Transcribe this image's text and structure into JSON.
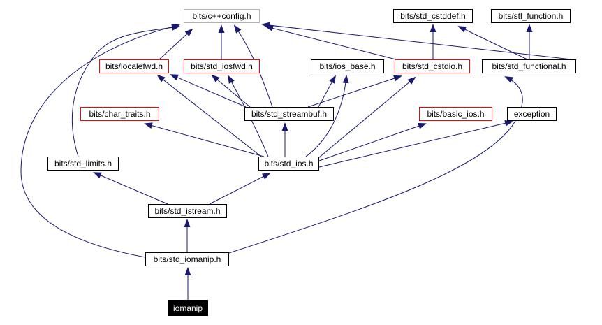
{
  "diagram": {
    "title": "iomanip include dependency graph",
    "type": "include-dependency-graph",
    "colors": {
      "background": "#ffffff",
      "edge": "#191970",
      "normal_border": "#000000",
      "truncated_border": "#ff0000",
      "grand_parent_border": "#b3b3b3",
      "root_fill": "#000000",
      "root_text": "#ffffff"
    },
    "nodes": {
      "cconfig": {
        "label": "bits/c++config.h",
        "style": "gray-border"
      },
      "cstddef": {
        "label": "bits/std_cstddef.h",
        "style": "normal"
      },
      "stl_function": {
        "label": "bits/stl_function.h",
        "style": "normal"
      },
      "localefwd": {
        "label": "bits/localefwd.h",
        "style": "red-border"
      },
      "iosfwd": {
        "label": "bits/std_iosfwd.h",
        "style": "red-border"
      },
      "ios_base": {
        "label": "bits/ios_base.h",
        "style": "normal"
      },
      "cstdio": {
        "label": "bits/std_cstdio.h",
        "style": "red-border"
      },
      "functional": {
        "label": "bits/std_functional.h",
        "style": "normal"
      },
      "char_traits": {
        "label": "bits/char_traits.h",
        "style": "red-border"
      },
      "streambuf": {
        "label": "bits/std_streambuf.h",
        "style": "normal"
      },
      "basic_ios": {
        "label": "bits/basic_ios.h",
        "style": "red-border"
      },
      "exception": {
        "label": "exception",
        "style": "normal"
      },
      "limits": {
        "label": "bits/std_limits.h",
        "style": "normal"
      },
      "std_ios": {
        "label": "bits/std_ios.h",
        "style": "normal"
      },
      "istream": {
        "label": "bits/std_istream.h",
        "style": "normal"
      },
      "std_iomanip": {
        "label": "bits/std_iomanip.h",
        "style": "normal"
      },
      "iomanip": {
        "label": "iomanip",
        "style": "root"
      }
    },
    "edges": [
      {
        "from": "iomanip",
        "to": "bits/std_iomanip.h"
      },
      {
        "from": "bits/std_iomanip.h",
        "to": "bits/std_istream.h"
      },
      {
        "from": "bits/std_iomanip.h",
        "to": "bits/c++config.h"
      },
      {
        "from": "bits/std_iomanip.h",
        "to": "bits/std_functional.h"
      },
      {
        "from": "bits/std_istream.h",
        "to": "bits/std_limits.h"
      },
      {
        "from": "bits/std_istream.h",
        "to": "bits/std_ios.h"
      },
      {
        "from": "bits/std_limits.h",
        "to": "bits/c++config.h"
      },
      {
        "from": "bits/std_ios.h",
        "to": "bits/char_traits.h"
      },
      {
        "from": "bits/std_ios.h",
        "to": "bits/localefwd.h"
      },
      {
        "from": "bits/std_ios.h",
        "to": "bits/std_iosfwd.h"
      },
      {
        "from": "bits/std_ios.h",
        "to": "bits/std_streambuf.h"
      },
      {
        "from": "bits/std_ios.h",
        "to": "bits/ios_base.h"
      },
      {
        "from": "bits/std_ios.h",
        "to": "bits/std_cstdio.h"
      },
      {
        "from": "bits/std_ios.h",
        "to": "bits/basic_ios.h"
      },
      {
        "from": "bits/std_ios.h",
        "to": "exception"
      },
      {
        "from": "bits/std_streambuf.h",
        "to": "bits/localefwd.h"
      },
      {
        "from": "bits/std_streambuf.h",
        "to": "bits/std_iosfwd.h"
      },
      {
        "from": "bits/std_streambuf.h",
        "to": "bits/c++config.h"
      },
      {
        "from": "bits/std_streambuf.h",
        "to": "bits/ios_base.h"
      },
      {
        "from": "bits/std_streambuf.h",
        "to": "bits/std_cstdio.h"
      },
      {
        "from": "bits/localefwd.h",
        "to": "bits/c++config.h"
      },
      {
        "from": "bits/std_iosfwd.h",
        "to": "bits/c++config.h"
      },
      {
        "from": "bits/std_cstdio.h",
        "to": "bits/std_cstddef.h"
      },
      {
        "from": "bits/std_cstdio.h",
        "to": "bits/c++config.h"
      },
      {
        "from": "bits/std_functional.h",
        "to": "bits/std_cstddef.h"
      },
      {
        "from": "bits/std_functional.h",
        "to": "bits/stl_function.h"
      },
      {
        "from": "bits/std_functional.h",
        "to": "bits/c++config.h"
      }
    ]
  }
}
